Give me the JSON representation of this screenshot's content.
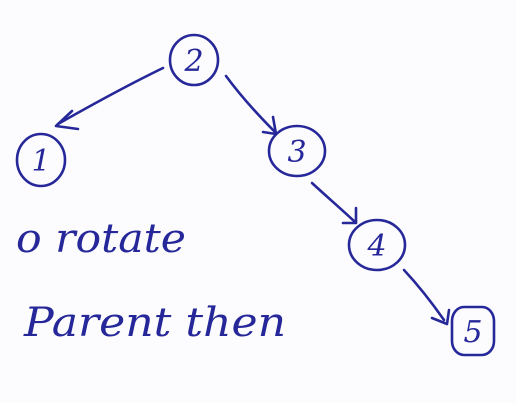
{
  "tree": {
    "nodes": [
      {
        "id": "n2",
        "label": "2"
      },
      {
        "id": "n1",
        "label": "1"
      },
      {
        "id": "n3",
        "label": "3"
      },
      {
        "id": "n4",
        "label": "4"
      },
      {
        "id": "n5",
        "label": "5"
      }
    ],
    "edges": [
      {
        "from": "2",
        "to": "1"
      },
      {
        "from": "2",
        "to": "3"
      },
      {
        "from": "3",
        "to": "4"
      },
      {
        "from": "4",
        "to": "5"
      }
    ]
  },
  "note": {
    "line1": "o rotate",
    "line2": "Parent then"
  },
  "colors": {
    "ink": "#26289a",
    "paper": "#fcfcfe"
  }
}
